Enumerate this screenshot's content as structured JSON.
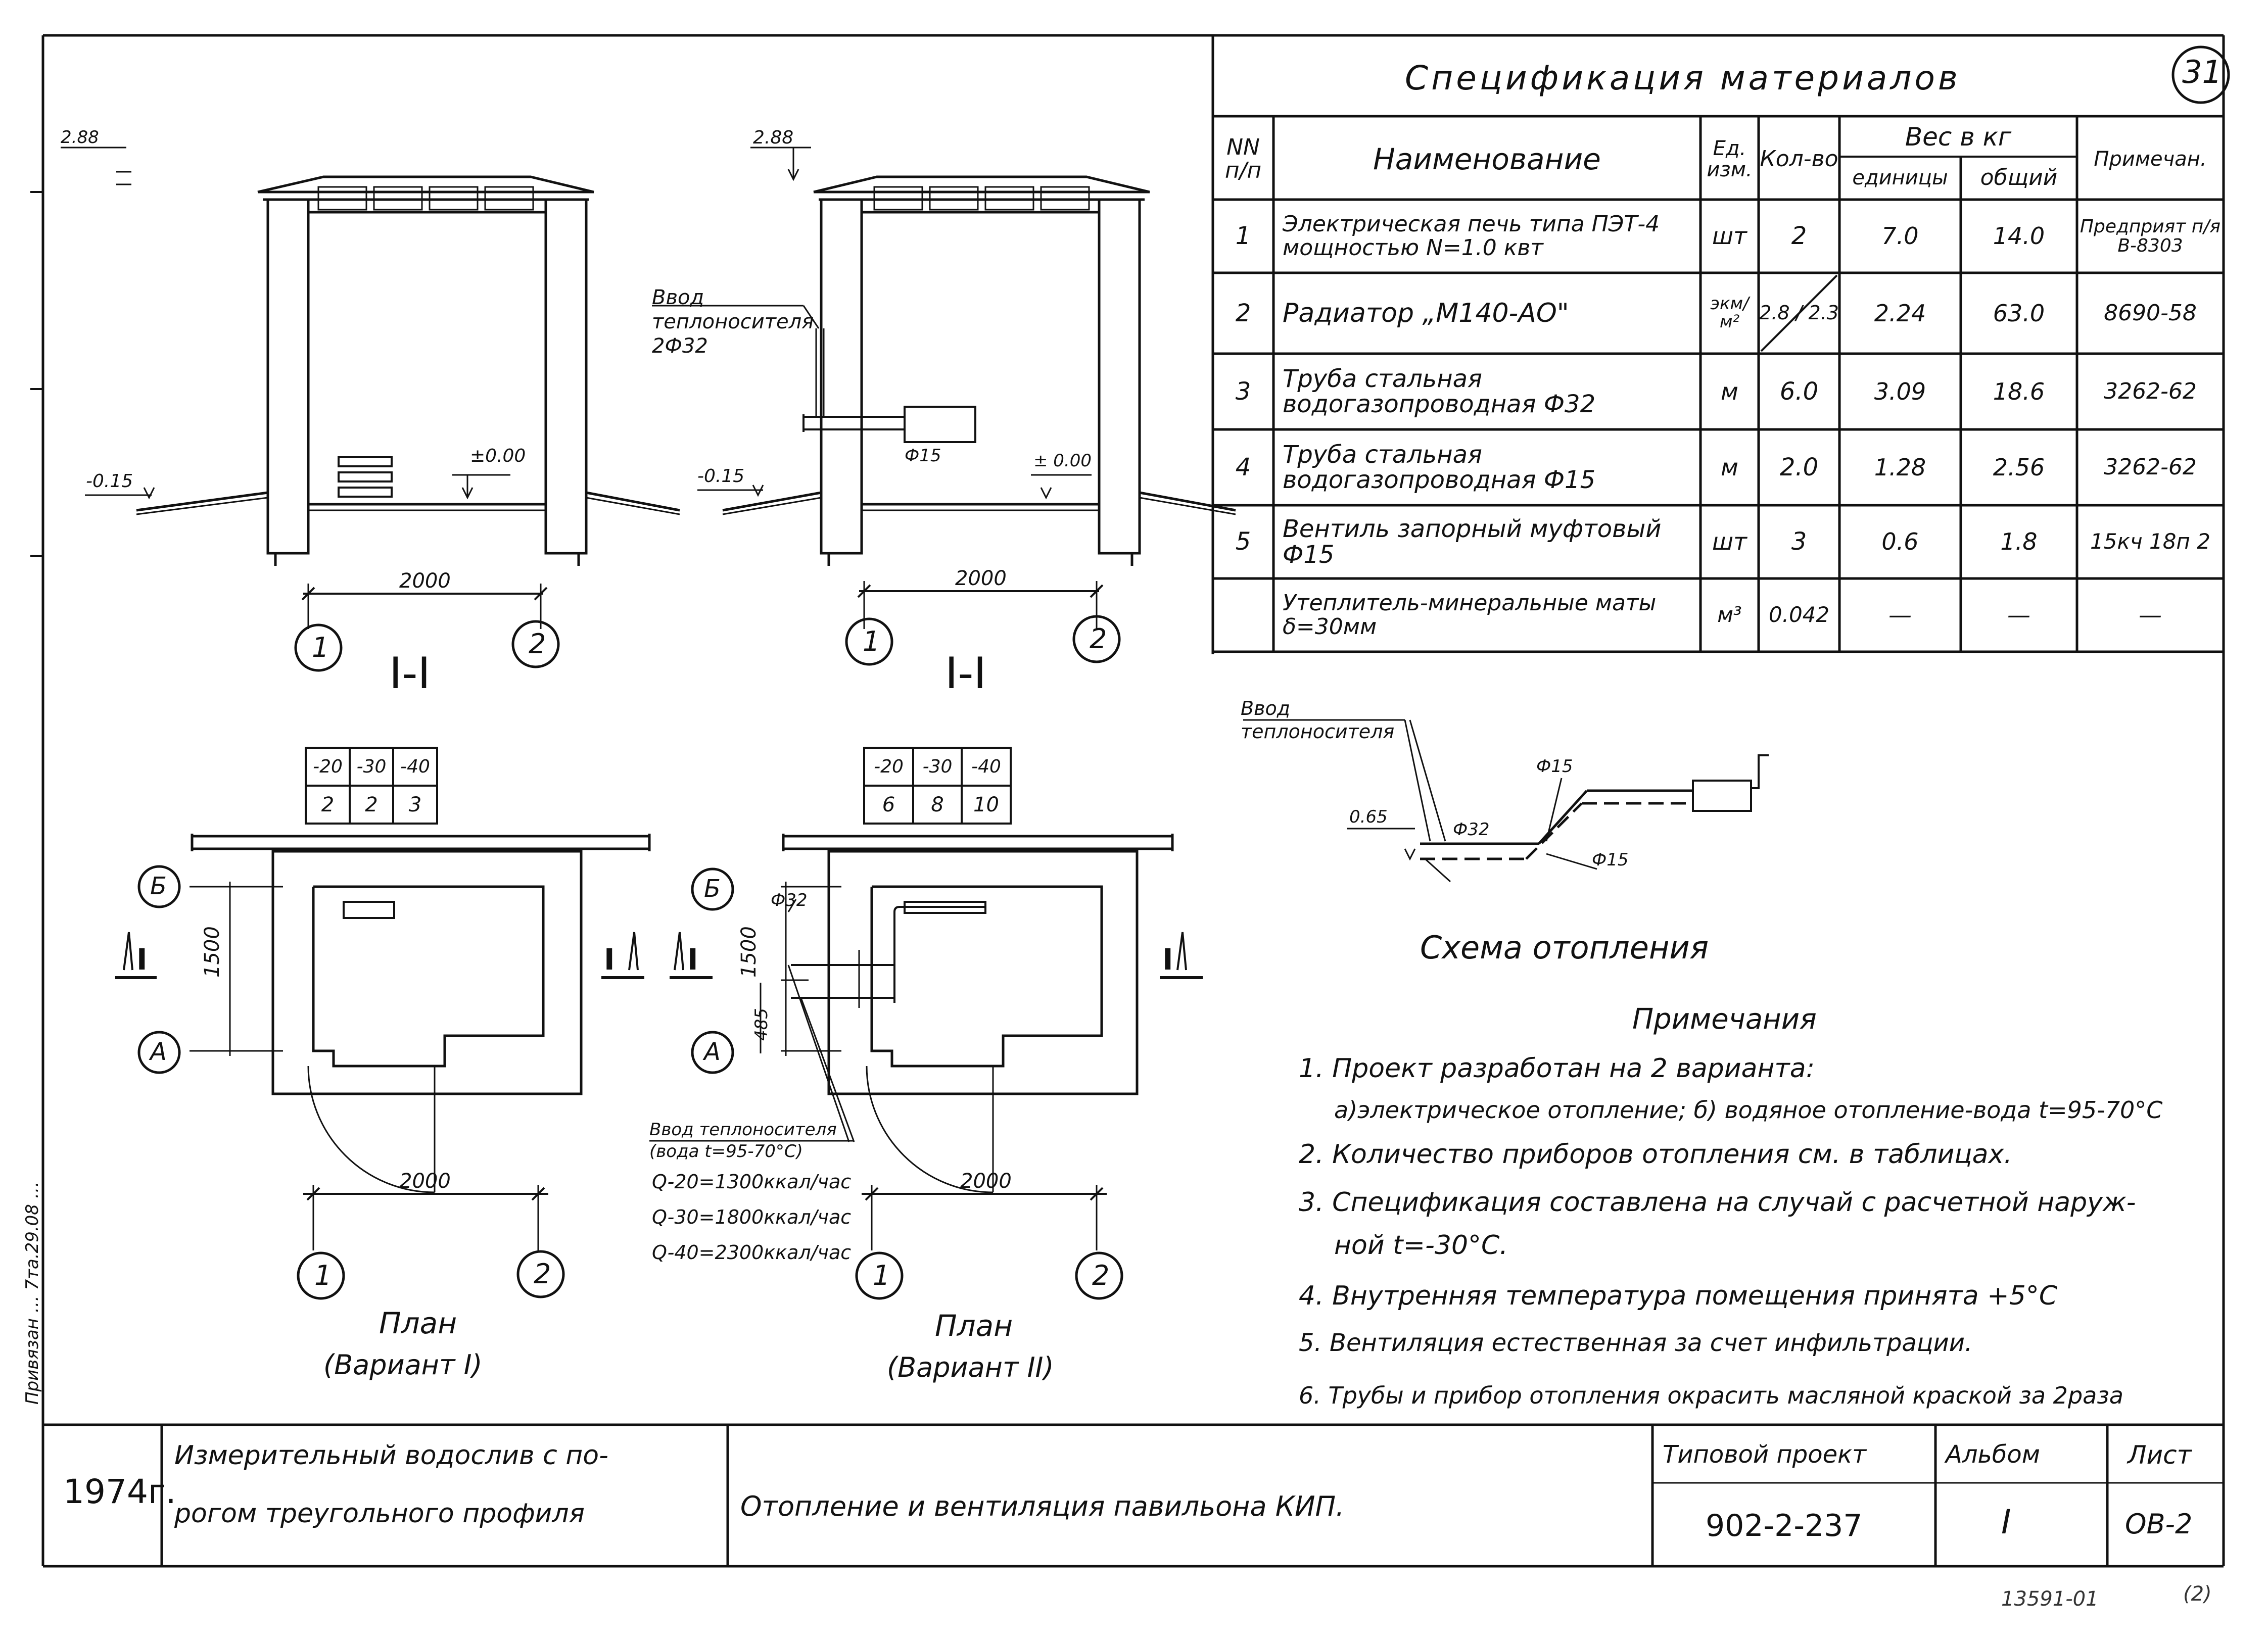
{
  "sheet_number": "31",
  "spec": {
    "title": "Спецификация материалов",
    "headers": {
      "num": "NN п/п",
      "name": "Наименование",
      "unit": "Ед. изм.",
      "qty": "Кол-во",
      "weight": "Вес в кг",
      "weight_unit": "единицы",
      "weight_total": "общий",
      "note": "Примечан."
    },
    "rows": [
      {
        "n": "1",
        "name": "Электрическая печь типа ПЭТ-4 мощностью N=1.0 квт",
        "unit": "шт",
        "qty": "2",
        "w1": "7.0",
        "w2": "14.0",
        "note": "Предприят п/я В-8303"
      },
      {
        "n": "2",
        "name": "Радиатор „М140-АО\"",
        "unit": "экм/м²",
        "qty": "2.8 / 2.3",
        "w1": "2.24",
        "w2": "63.0",
        "note": "8690-58"
      },
      {
        "n": "3",
        "name": "Труба стальная водогазопроводная Ф32",
        "unit": "м",
        "qty": "6.0",
        "w1": "3.09",
        "w2": "18.6",
        "note": "3262-62"
      },
      {
        "n": "4",
        "name": "Труба стальная водогазопроводная Ф15",
        "unit": "м",
        "qty": "2.0",
        "w1": "1.28",
        "w2": "2.56",
        "note": "3262-62"
      },
      {
        "n": "5",
        "name": "Вентиль запорный муфтовый Ф15",
        "unit": "шт",
        "qty": "3",
        "w1": "0.6",
        "w2": "1.8",
        "note": "15кч 18п 2"
      },
      {
        "n": "",
        "name": "Утеплитель-минеральные маты δ=30мм",
        "unit": "м³",
        "qty": "0.042",
        "w1": "—",
        "w2": "—",
        "note": "—"
      }
    ]
  },
  "section_left": {
    "elev_top": "2.88",
    "elev_zero": "±0.00",
    "elev_ground": "-0.15",
    "dim": "2000",
    "axis1": "1",
    "axis2": "2",
    "title": "I-I"
  },
  "section_right": {
    "elev_top": "2.88",
    "elev_zero": "± 0.00",
    "elev_ground": "-0.15",
    "dim": "2000",
    "axis1": "1",
    "axis2": "2",
    "title": "I-I",
    "inlet_label": "Ввод теплоносителя 2Ф32",
    "pipe_label": "Ф15"
  },
  "table_left": {
    "temps": [
      "-20",
      "-30",
      "-40"
    ],
    "counts": [
      "2",
      "2",
      "3"
    ]
  },
  "table_right": {
    "temps": [
      "-20",
      "-30",
      "-40"
    ],
    "counts": [
      "6",
      "8",
      "10"
    ]
  },
  "plan_left": {
    "axisB": "Б",
    "axisA": "А",
    "dim_v": "1500",
    "dim_h": "2000",
    "axis1": "1",
    "axis2": "2",
    "cut": "I",
    "title": "План",
    "subtitle": "(Вариант I)"
  },
  "plan_right": {
    "axisB": "Б",
    "axisA": "А",
    "dim_v": "1500",
    "dim_small": "485",
    "dim_h": "2000",
    "axis1": "1",
    "axis2": "2",
    "cut": "I",
    "pipe_label": "Ф32",
    "title": "План",
    "subtitle": "(Вариант II)",
    "inlet": "Ввод теплоносителя (вода t=95-70°C)",
    "q1": "Q-20=1300ккал/час",
    "q2": "Q-30=1800ккал/час",
    "q3": "Q-40=2300ккал/час"
  },
  "scheme": {
    "inlet": "Ввод теплоносителя",
    "elev": "0.65",
    "d32": "Ф32",
    "d15a": "Ф15",
    "d15b": "Ф15",
    "title": "Схема отопления"
  },
  "notes": {
    "title": "Примечания",
    "items": [
      "1. Проект разработан на 2 варианта:",
      "а)электрическое отопление; б) водяное отопление-вода t=95-70°C",
      "2. Количество приборов отопления см. в таблицах.",
      "3. Спецификация составлена на случай с расчетной наруж-",
      "ной t=-30°C.",
      "4. Внутренняя температура помещения принята +5°C",
      "5. Вентиляция естественная за счет инфильтрации.",
      "6. Трубы и прибор отопления окрасить масляной краской за 2раза"
    ]
  },
  "margin_text": "Привязан … 7та.29.08 …",
  "title_block": {
    "year": "1974г.",
    "object_line1": "Измерительный водослив с по-",
    "object_line2": "рогом треугольного профиля",
    "sheet_title": "Отопление и вентиляция павильона КИП.",
    "project_label": "Типовой проект",
    "project_num": "902-2-237",
    "album_label": "Альбом",
    "album_num": "I",
    "list_label": "Лист",
    "list_num": "ОВ-2"
  },
  "footer_code": "13591-01",
  "footer_page": "(2)"
}
